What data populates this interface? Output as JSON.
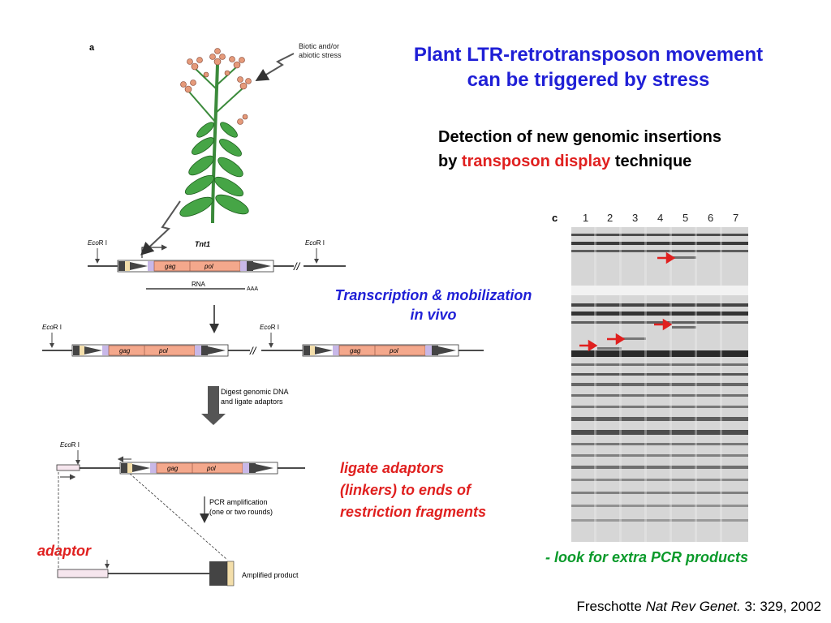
{
  "title": {
    "line1": "Plant LTR-retrotransposon movement",
    "line2": "can be triggered by stress"
  },
  "subtitle": {
    "line1": "Detection of new genomic insertions",
    "by": "by ",
    "highlight": "transposon display",
    "rest": " technique"
  },
  "labels": {
    "transcription_line1": "Transcription & mobilization",
    "transcription_line2": "in vivo",
    "ligate_line1": "ligate adaptors",
    "ligate_line2": "(linkers) to ends of",
    "ligate_line3": "restriction fragments",
    "adaptor": "adaptor",
    "pcr_products": "- look for extra PCR products"
  },
  "citation": {
    "author": "Freschotte ",
    "journal": "Nat Rev Genet.",
    "ref": " 3: 329, 2002"
  },
  "figure": {
    "panel_a": "a",
    "panel_c": "c",
    "stress": {
      "line1": "Biotic and/or",
      "line2": "abiotic stress"
    },
    "tnt1": "Tnt1",
    "ecori_a": "Eco",
    "ecori_b": "R I",
    "gag": "gag",
    "pol": "pol",
    "rna": "RNA",
    "aaa": "AAA",
    "digest": {
      "line1": "Digest genomic DNA",
      "line2": "and ligate adaptors"
    },
    "pcr": {
      "line1": "PCR amplification",
      "line2": "(one or two rounds)"
    },
    "amplified": "Amplified product",
    "lanes": [
      "1",
      "2",
      "3",
      "4",
      "5",
      "6",
      "7"
    ]
  },
  "colors": {
    "title_blue": "#1f1fd6",
    "accent_red": "#e0201f",
    "note_green": "#0a9a2a",
    "element_pink": "#f4a88c"
  }
}
